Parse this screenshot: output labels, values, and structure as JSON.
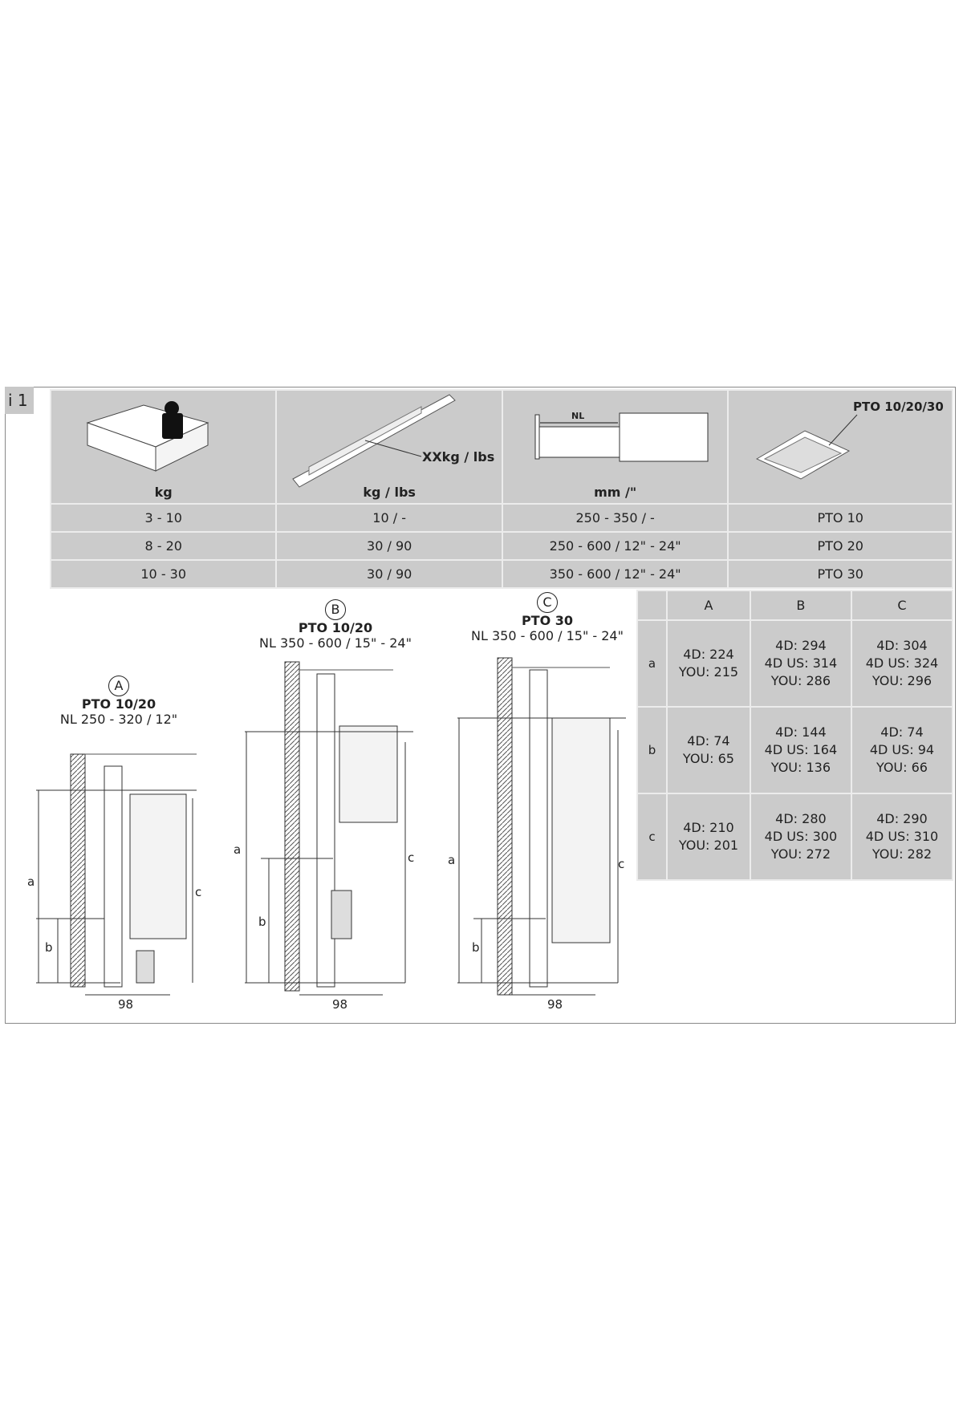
{
  "badge": "i 1",
  "top_table": {
    "headers": [
      "kg",
      "kg / lbs",
      "mm /\"",
      ""
    ],
    "callouts": {
      "rail": "XXkg / lbs",
      "nl": "NL",
      "pto": "PTO 10/20/30"
    },
    "rows": [
      [
        "3 - 10",
        "10 / -",
        "250 - 350 / -",
        "PTO 10"
      ],
      [
        "8 - 20",
        "30 / 90",
        "250 - 600 / 12\" - 24\"",
        "PTO 20"
      ],
      [
        "10 - 30",
        "30 / 90",
        "350 - 600 / 12\" - 24\"",
        "PTO 30"
      ]
    ]
  },
  "diagrams": [
    {
      "letter": "A",
      "model": "PTO 10/20",
      "range": "NL 250 - 320 / 12\"",
      "width": "98",
      "a": "a",
      "b": "b",
      "c": "c"
    },
    {
      "letter": "B",
      "model": "PTO 10/20",
      "range": "NL 350 - 600 / 15\" - 24\"",
      "width": "98",
      "a": "a",
      "b": "b",
      "c": "c"
    },
    {
      "letter": "C",
      "model": "PTO 30",
      "range": "NL 350 - 600 / 15\" - 24\"",
      "width": "98",
      "a": "a",
      "b": "b",
      "c": "c"
    }
  ],
  "dims_table": {
    "columns": [
      "A",
      "B",
      "C"
    ],
    "rows": [
      {
        "label": "a",
        "cells": [
          [
            "4D: 224",
            "YOU: 215"
          ],
          [
            "4D: 294",
            "4D US: 314",
            "YOU: 286"
          ],
          [
            "4D: 304",
            "4D US: 324",
            "YOU: 296"
          ]
        ]
      },
      {
        "label": "b",
        "cells": [
          [
            "4D: 74",
            "YOU: 65"
          ],
          [
            "4D: 144",
            "4D US: 164",
            "YOU: 136"
          ],
          [
            "4D: 74",
            "4D US: 94",
            "YOU: 66"
          ]
        ]
      },
      {
        "label": "c",
        "cells": [
          [
            "4D: 210",
            "YOU: 201"
          ],
          [
            "4D: 280",
            "4D US: 300",
            "YOU: 272"
          ],
          [
            "4D: 290",
            "4D US: 310",
            "YOU: 282"
          ]
        ]
      }
    ]
  }
}
